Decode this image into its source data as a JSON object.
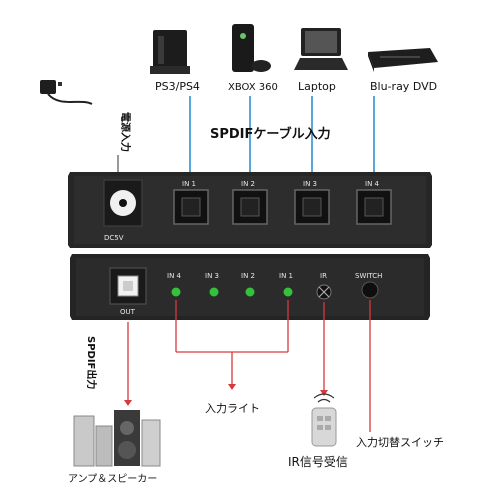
{
  "sources": [
    {
      "label": "PS3/PS4",
      "icon": "game-console-icon"
    },
    {
      "label": "XBOX 360",
      "icon": "xbox-console-icon"
    },
    {
      "label": "Laptop",
      "icon": "laptop-icon"
    },
    {
      "label": "Blu-ray DVD",
      "icon": "bluray-player-icon"
    }
  ],
  "power_label": "電源入力",
  "spdif_cable_title": "SPDIFケーブル入力",
  "top_unit": {
    "dc_label": "DC5V",
    "inputs": [
      "IN 1",
      "IN 2",
      "IN 3",
      "IN 4"
    ]
  },
  "front_unit": {
    "out_label": "OUT",
    "leds": [
      "IN 4",
      "IN 3",
      "IN 2",
      "IN 1"
    ],
    "ir_label": "IR",
    "switch_label": "SWITCH"
  },
  "spdif_out_label": "SPDIF出力",
  "input_light_label": "入力ライト",
  "ir_receiver_label": "IR信号受信",
  "switch_button_label": "入力切替スイッチ",
  "speaker_label": "アンプ＆スピーカー",
  "colors": {
    "cable_blue": "#2f8fd6",
    "callout_red": "#d63a3a",
    "device_body": "#2a2a2a",
    "led_green": "#34c23a"
  }
}
